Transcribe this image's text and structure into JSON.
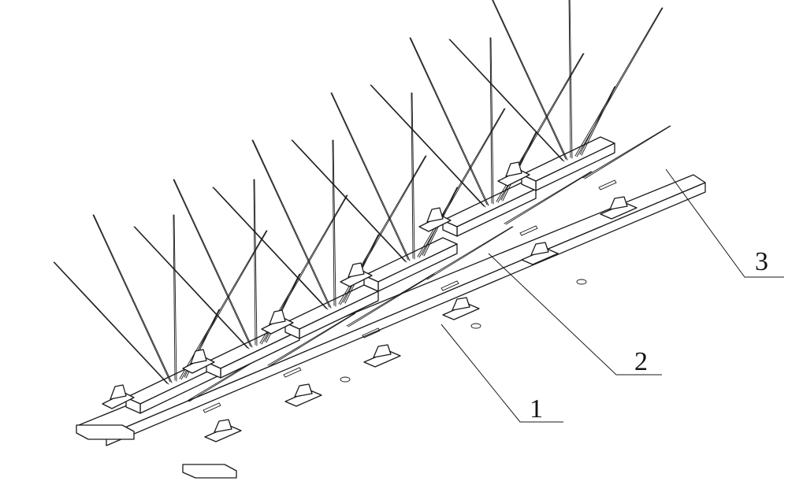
{
  "callouts": {
    "base_strip": "1",
    "spike_holder": "2",
    "spike": "3"
  }
}
